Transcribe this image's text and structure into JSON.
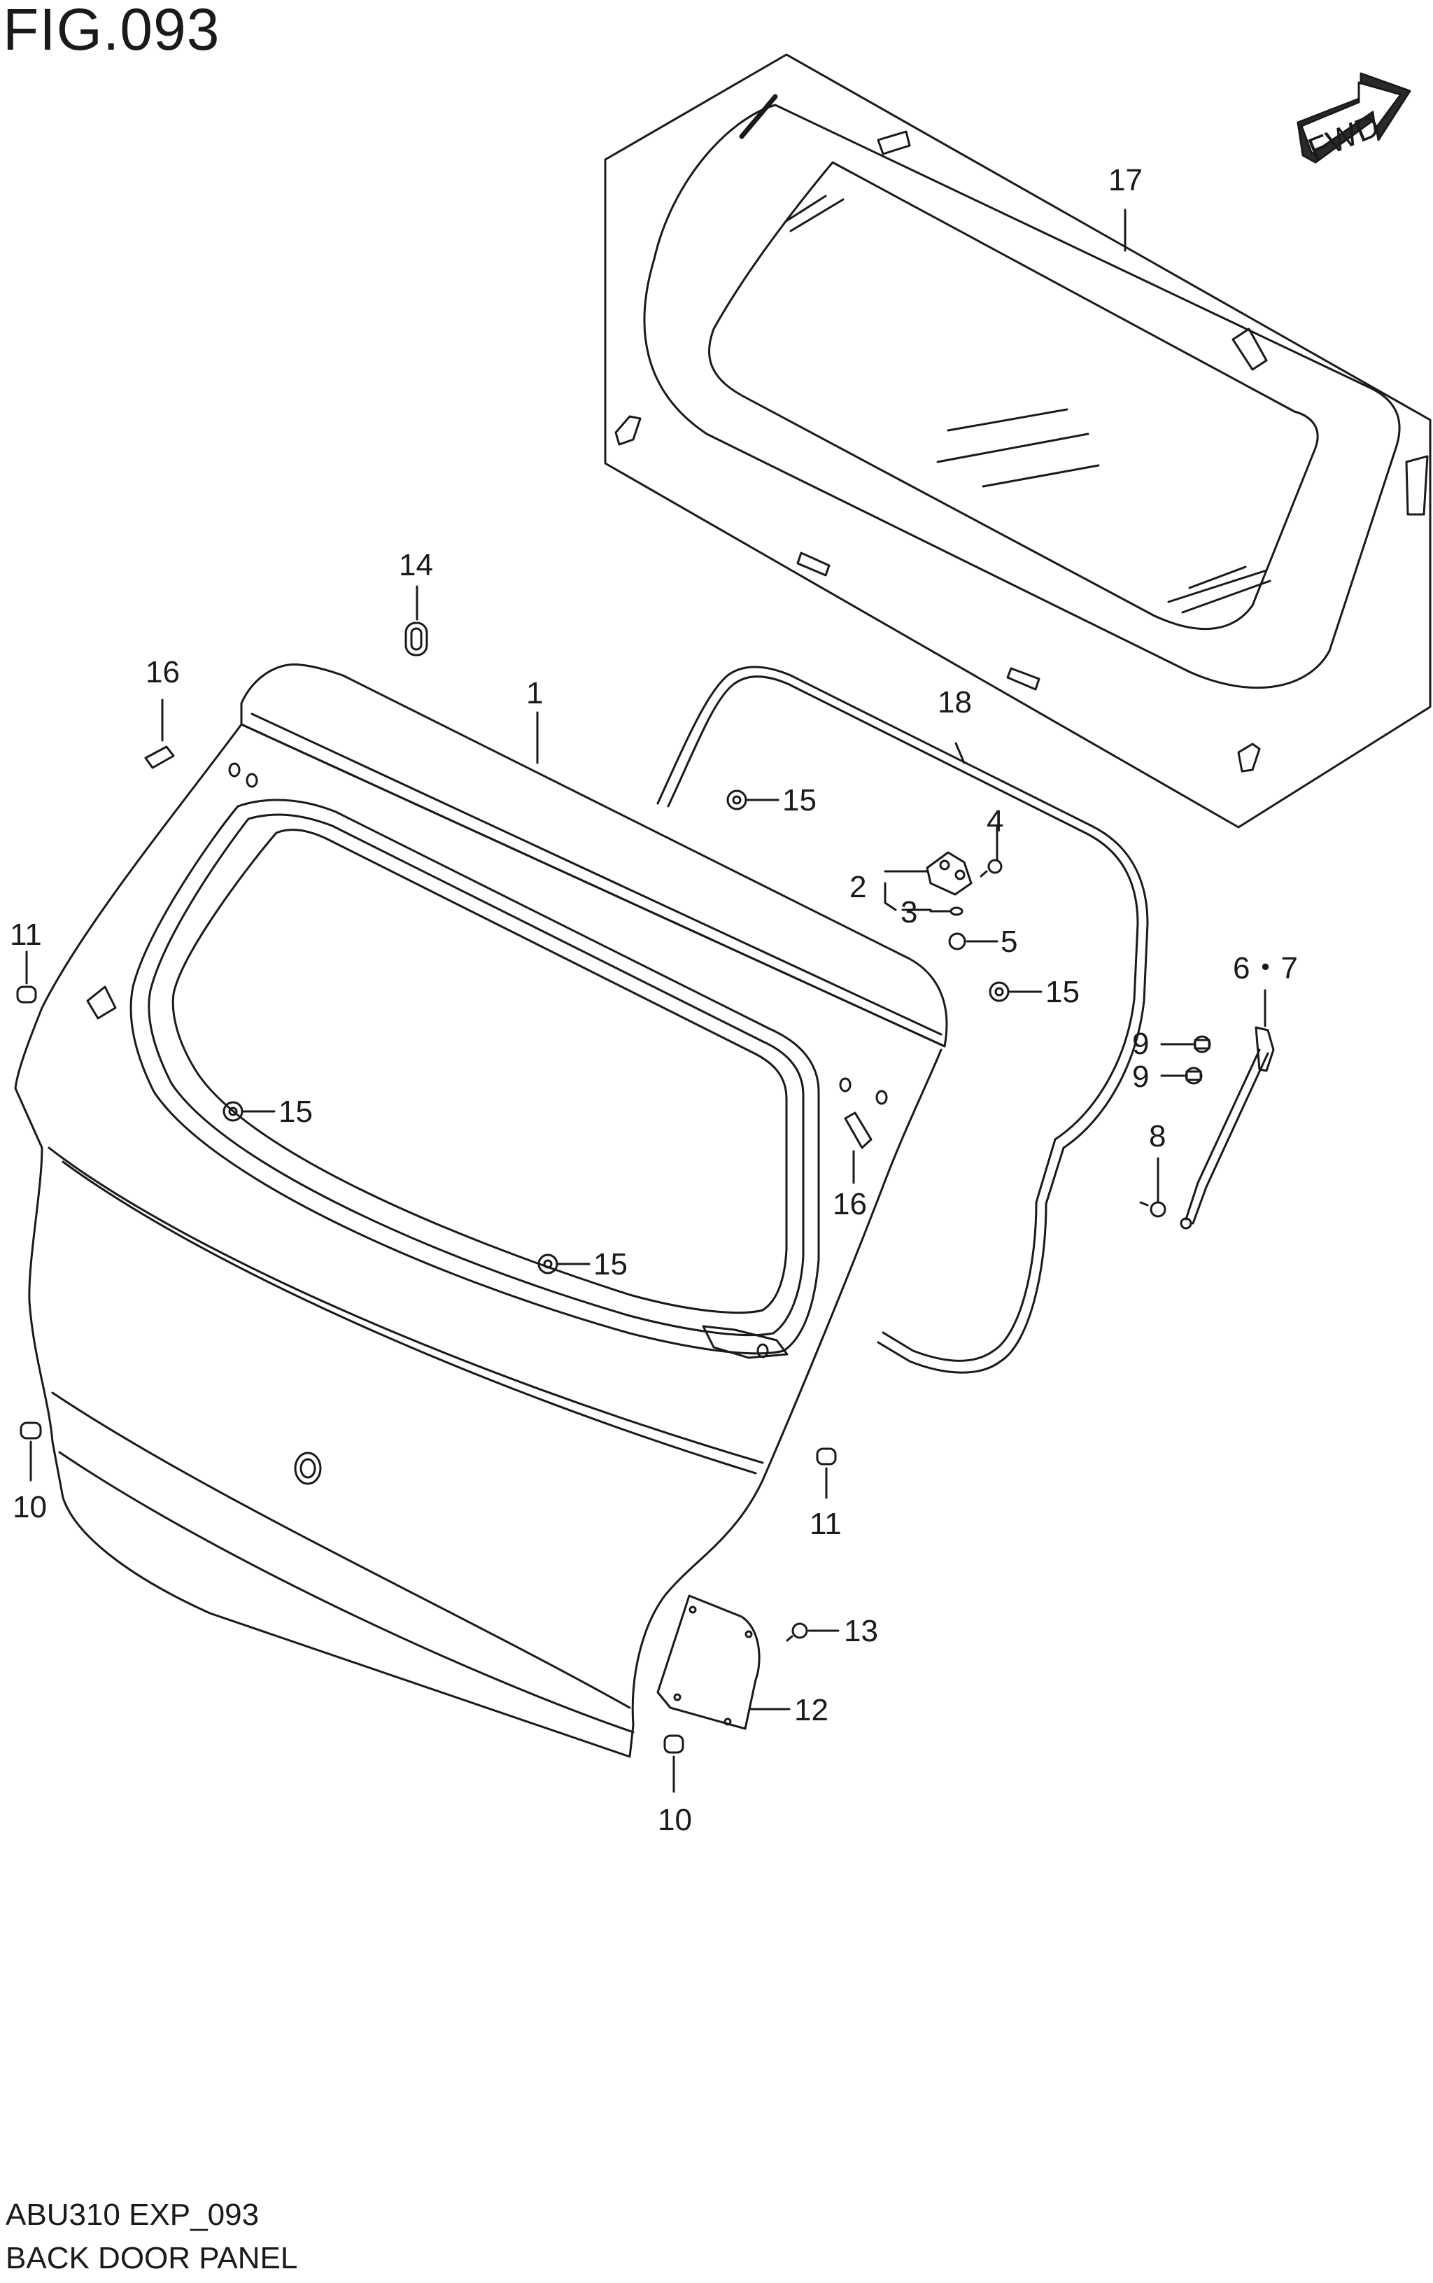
{
  "figure": {
    "title": "FIG.093",
    "footer_code": "ABU310 EXP_093",
    "footer_name": "BACK DOOR PANEL"
  },
  "fwd_badge": {
    "label": "FWD",
    "icon": "fwd-arrow-icon"
  },
  "callouts": {
    "part_1": "1",
    "part_2": "2",
    "part_3": "3",
    "part_4": "4",
    "part_5": "5",
    "part_6_7": "6・7",
    "part_8": "8",
    "part_9_upper": "9",
    "part_9_lower": "9",
    "part_10_left": "10",
    "part_10_bottom": "10",
    "part_11_left": "11",
    "part_11_right": "11",
    "part_12": "12",
    "part_13": "13",
    "part_14": "14",
    "part_15_top": "15",
    "part_15_mid": "15",
    "part_15_left": "15",
    "part_15_bottom": "15",
    "part_16_left": "16",
    "part_16_right": "16",
    "part_17": "17",
    "part_18": "18"
  },
  "colors": {
    "line": "#1a1a1a",
    "background": "#ffffff"
  }
}
